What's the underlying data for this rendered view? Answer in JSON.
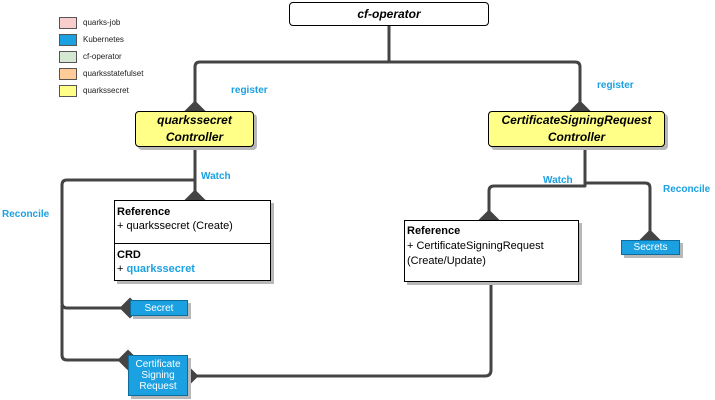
{
  "legend": [
    {
      "label": "quarks-job",
      "color": "#f8cecc"
    },
    {
      "label": "Kubernetes",
      "color": "#1ba1e2"
    },
    {
      "label": "cf-operator",
      "color": "#d5e8d4"
    },
    {
      "label": "quarksstatefulset",
      "color": "#ffcc99"
    },
    {
      "label": "quarkssecret",
      "color": "#ffff88"
    }
  ],
  "nodes": {
    "cf_operator": "cf-operator",
    "quarkssecret_controller": {
      "line1": "quarkssecret",
      "line2": "Controller"
    },
    "csr_controller": {
      "line1": "CertificateSigningRequest",
      "line2": "Controller"
    },
    "qs_panel": {
      "ref_title": "Reference",
      "ref_item": "+ quarkssecret (Create)",
      "crd_title": "CRD",
      "crd_prefix": "+ ",
      "crd_item": "quarkssecret"
    },
    "csr_panel": {
      "ref_title": "Reference",
      "ref_item": "+ CertificateSigningRequest",
      "ref_item2": "(Create/Update)"
    },
    "secret": "Secret",
    "secrets": "Secrets",
    "csr_resource": "Certificate Signing Request"
  },
  "edge_labels": {
    "register_left": "register",
    "register_right": "register",
    "watch_left": "Watch",
    "watch_right": "Watch",
    "reconcile_left": "Reconcile",
    "reconcile_right": "Reconcile"
  },
  "colors": {
    "accent": "#1ba1e2",
    "controller_fill": "#ffff88",
    "edge": "#444444"
  }
}
